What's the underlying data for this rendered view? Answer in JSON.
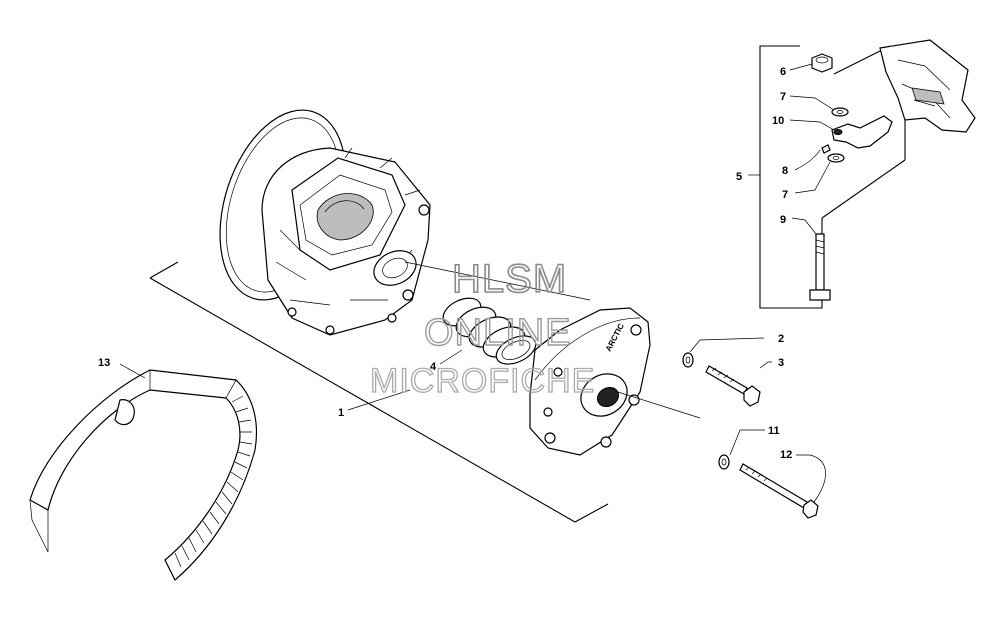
{
  "callouts": {
    "c1": "1",
    "c2": "2",
    "c3": "3",
    "c4": "4",
    "c5": "5",
    "c6": "6",
    "c7a": "7",
    "c7b": "7",
    "c8": "8",
    "c9": "9",
    "c10": "10",
    "c11": "11",
    "c12": "12",
    "c13": "13"
  },
  "watermark": {
    "line1": "HLSM",
    "line2": "ONLINE",
    "line3": "MICROFICHE"
  },
  "cover_logo_text": "ARCTIC",
  "colors": {
    "line": "#000000",
    "watermark": "#9a9a9a",
    "background": "#ffffff"
  }
}
